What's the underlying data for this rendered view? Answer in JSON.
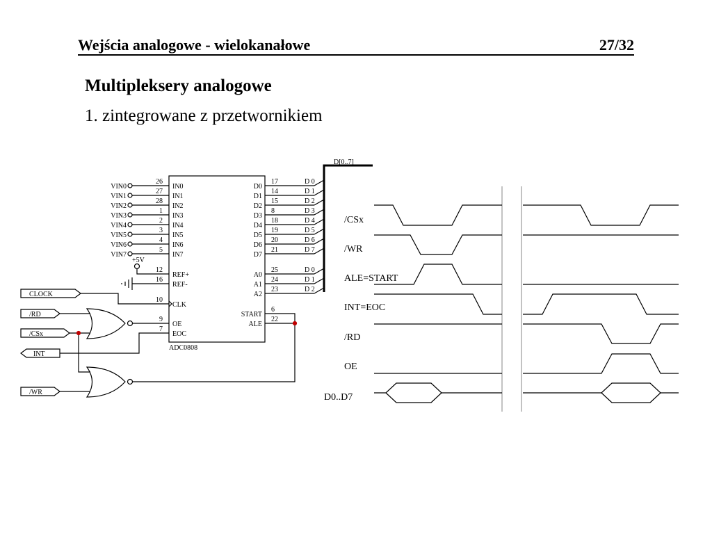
{
  "header": {
    "title": "Wejścia analogowe - wielokanałowe",
    "page": "27/32"
  },
  "subtitle": "Multipleksery analogowe",
  "point": "1. zintegrowane z przetwornikiem",
  "schematic": {
    "chip_name": "ADC0808",
    "supply_label": "+5V",
    "bus_label": "D[0..7]",
    "inputs": [
      {
        "label": "VIN0",
        "pin": "26",
        "name": "IN0"
      },
      {
        "label": "VIN1",
        "pin": "27",
        "name": "IN1"
      },
      {
        "label": "VIN2",
        "pin": "28",
        "name": "IN2"
      },
      {
        "label": "VIN3",
        "pin": "1",
        "name": "IN3"
      },
      {
        "label": "VIN4",
        "pin": "2",
        "name": "IN4"
      },
      {
        "label": "VIN5",
        "pin": "3",
        "name": "IN5"
      },
      {
        "label": "VIN6",
        "pin": "4",
        "name": "IN6"
      },
      {
        "label": "VIN7",
        "pin": "5",
        "name": "IN7"
      }
    ],
    "ref_pins": [
      {
        "pin": "12",
        "name": "REF+"
      },
      {
        "pin": "16",
        "name": "REF-"
      }
    ],
    "ctrl_pins": [
      {
        "pin": "10",
        "name": "CLK"
      },
      {
        "pin": "9",
        "name": "OE"
      },
      {
        "pin": "7",
        "name": "EOC"
      }
    ],
    "data_pins": [
      {
        "pin": "17",
        "name": "D0",
        "bus": "D 0"
      },
      {
        "pin": "14",
        "name": "D1",
        "bus": "D 1"
      },
      {
        "pin": "15",
        "name": "D2",
        "bus": "D 2"
      },
      {
        "pin": "8",
        "name": "D3",
        "bus": "D 3"
      },
      {
        "pin": "18",
        "name": "D4",
        "bus": "D 4"
      },
      {
        "pin": "19",
        "name": "D5",
        "bus": "D 5"
      },
      {
        "pin": "20",
        "name": "D6",
        "bus": "D 6"
      },
      {
        "pin": "21",
        "name": "D7",
        "bus": "D 7"
      }
    ],
    "addr_pins": [
      {
        "pin": "25",
        "name": "A0",
        "bus": "D 0"
      },
      {
        "pin": "24",
        "name": "A1",
        "bus": "D 1"
      },
      {
        "pin": "23",
        "name": "A2",
        "bus": "D 2"
      }
    ],
    "start_pins": [
      {
        "pin": "6",
        "name": "START"
      },
      {
        "pin": "22",
        "name": "ALE"
      }
    ],
    "ports": [
      "CLOCK",
      "/RD",
      "/CSx",
      "INT",
      "/WR"
    ]
  },
  "timing": {
    "signals": [
      "/CSx",
      "/WR",
      "ALE=START",
      "INT=EOC",
      "/RD",
      "OE",
      "D0..D7"
    ]
  }
}
